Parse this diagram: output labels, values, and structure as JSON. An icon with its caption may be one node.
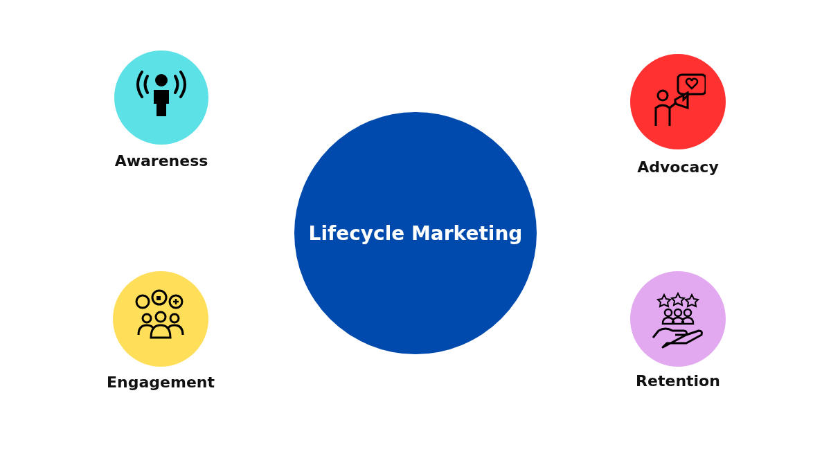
{
  "diagram": {
    "nodes": [
      {
        "text": [
          "Awareness"
        ]
      },
      {
        "text": [
          "Advocacy"
        ]
      },
      {
        "text": [
          "Lifecycle Marketing"
        ]
      },
      {
        "text": [
          "Engagement"
        ]
      },
      {
        "text": [
          "Retention"
        ]
      }
    ]
  }
}
